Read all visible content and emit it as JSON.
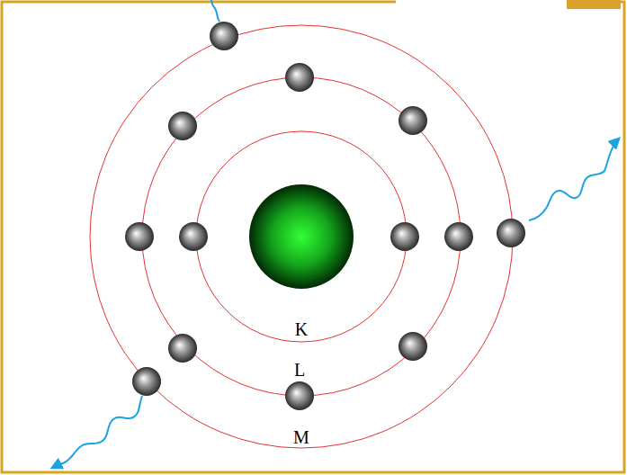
{
  "diagram": {
    "labels": [
      "K",
      "L",
      "M"
    ]
  }
}
